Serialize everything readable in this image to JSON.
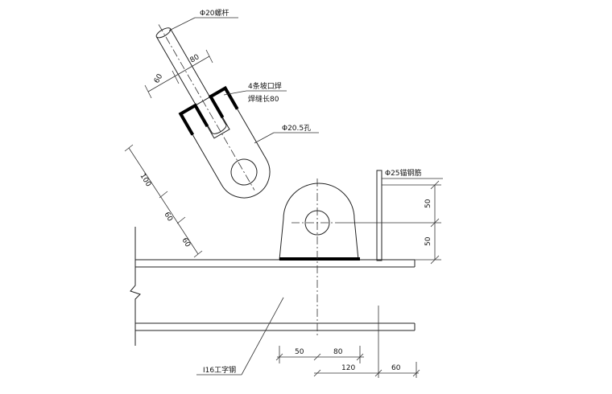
{
  "labels": {
    "bolt_rod": "Φ20螺杆",
    "weld_note_1": "4条坡口焊",
    "weld_note_2": "焊缝长80",
    "hole": "Φ20.5孔",
    "rebar_stiffener": "Φ25锚钢筋",
    "i_beam": "I16工字钢"
  },
  "dimensions": {
    "rod_80": "80",
    "rod_60": "60",
    "slant_100": "100",
    "slant_60a": "60",
    "slant_60b": "60",
    "right_50_top": "50",
    "right_50_bottom": "50",
    "bottom_50": "50",
    "bottom_80": "80",
    "bottom_120": "120",
    "bottom_60": "60"
  }
}
